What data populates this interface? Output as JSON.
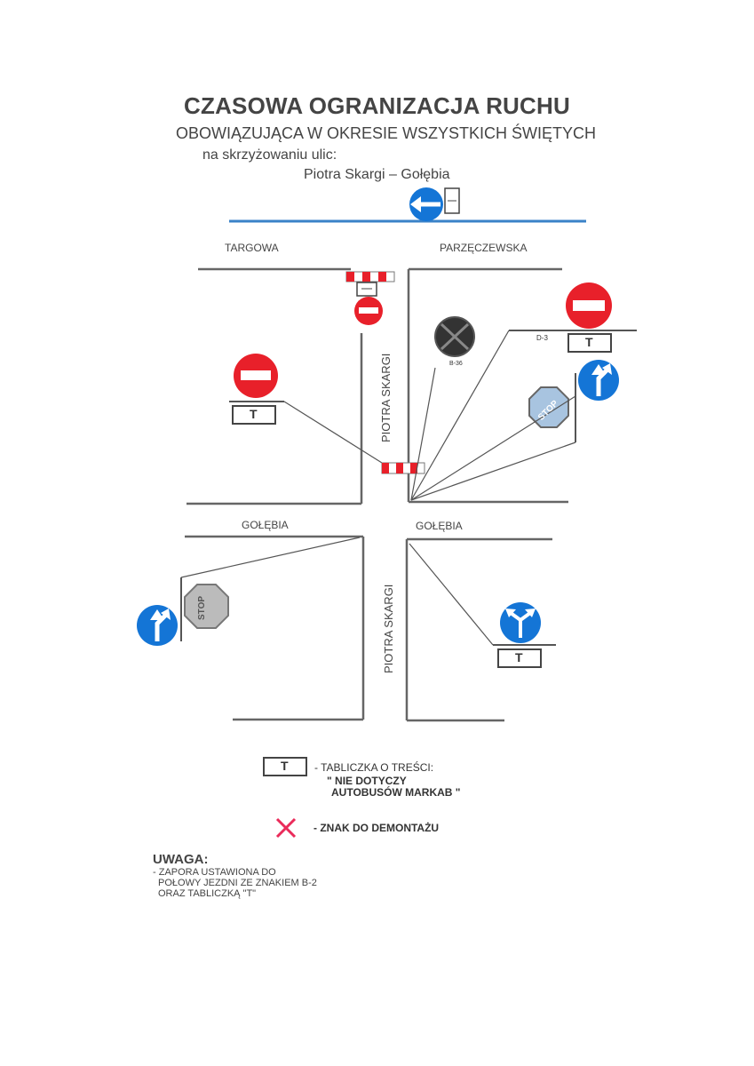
{
  "header": {
    "title": "CZASOWA OGRANIZACJA RUCHU",
    "subtitle": "OBOWIĄZUJĄCA W OKRESIE WSZYSTKICH ŚWIĘTYCH",
    "line3": "na skrzyżowaniu ulic:",
    "line4": "Piotra Skargi – Gołębia"
  },
  "streets": {
    "targowa": "TARGOWA",
    "parzeczewska": "PARZĘCZEWSKA",
    "piotra_skargi_upper": "PIOTRA SKARGI",
    "golebia_left": "GOŁĘBIA",
    "golebia_right": "GOŁĘBIA",
    "piotra_skargi_lower": "PIOTRA SKARGI"
  },
  "sign_labels": {
    "b36": "B-36",
    "d3": "D-3",
    "plate_t": "T",
    "stop": "STOP"
  },
  "legend": {
    "plate_symbol": "T",
    "plate_label": "- TABLICZKA O TREŚCI:",
    "plate_text_1": "\" NIE DOTYCZY",
    "plate_text_2": "AUTOBUSÓW MARKAB \"",
    "remove_label": "- ZNAK DO DEMONTAŻU"
  },
  "note": {
    "title": "UWAGA:",
    "line1": "- ZAPORA USTAWIONA DO",
    "line2": "POŁOWY JEZDNI ZE ZNAKIEM B-2",
    "line3": "ORAZ TABLICZKĄ \"T\""
  },
  "colors": {
    "sign_red": "#e8202a",
    "sign_blue": "#1475d6",
    "road_line": "#555555",
    "tram_line": "#3a82c8",
    "remove_x": "#ea2b5a"
  }
}
